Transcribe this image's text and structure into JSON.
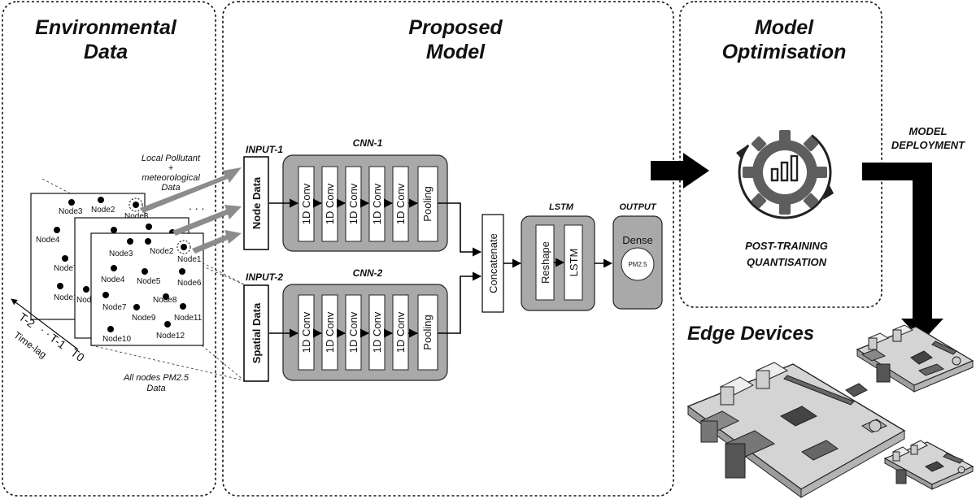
{
  "panels": {
    "environmental": {
      "title_line1": "Environmental",
      "title_line2": "Data"
    },
    "proposed": {
      "title_line1": "Proposed",
      "title_line2": "Model"
    },
    "optimisation": {
      "title_line1": "Model",
      "title_line2": "Optimisation"
    }
  },
  "env": {
    "local_label": {
      "line1": "Local Pollutant",
      "line2": "+",
      "line3": "meteorological",
      "line4": "Data"
    },
    "all_nodes_label": {
      "line1": "All nodes PM2.5",
      "line2": "Data"
    },
    "time_lag": "Time-lag",
    "time_labels": {
      "t_minus_2": "T-2",
      "t_minus_1": "T-1",
      "t0": "T0",
      "dots": "· · ·"
    },
    "slab_dots": ". . .",
    "nodes": [
      "Node1",
      "Node2",
      "Node3",
      "Node4",
      "Node5",
      "Node6",
      "Node7",
      "Node8",
      "Node9",
      "Node10",
      "Node11",
      "Node12"
    ]
  },
  "model": {
    "input1": {
      "title": "INPUT-1",
      "box": "Node Data"
    },
    "input2": {
      "title": "INPUT-2",
      "box": "Spatial Data"
    },
    "cnn1": {
      "title": "CNN-1",
      "layers": [
        "1D Conv",
        "1D Conv",
        "1D Conv",
        "1D Conv",
        "1D Conv",
        "Pooling"
      ]
    },
    "cnn2": {
      "title": "CNN-2",
      "layers": [
        "1D Conv",
        "1D Conv",
        "1D Conv",
        "1D Conv",
        "1D Conv",
        "Pooling"
      ]
    },
    "concatenate": "Concatenate",
    "lstm": {
      "title": "LSTM",
      "layers": [
        "Reshape",
        "LSTM"
      ]
    },
    "output": {
      "title": "OUTPUT",
      "dense": "Dense",
      "pm": "PM2.5"
    }
  },
  "optimisation": {
    "caption_line1": "POST-TRAINING",
    "caption_line2": "QUANTISATION"
  },
  "deployment": {
    "line1": "MODEL",
    "line2": "DEPLOYMENT"
  },
  "edge": {
    "title": "Edge Devices"
  },
  "colors": {
    "block_gray": "#a9a9a9",
    "arrow_gray": "#8c8c8c",
    "dark_gray": "#333333"
  }
}
